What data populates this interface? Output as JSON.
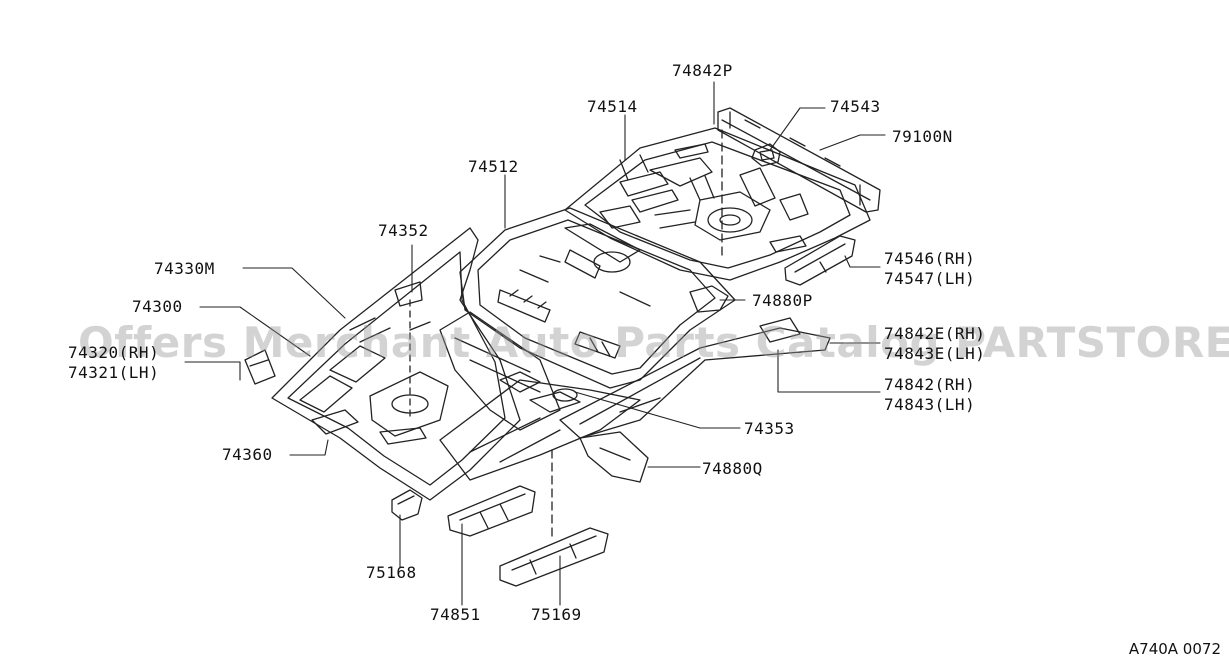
{
  "parts": {
    "p74842P": "74842P",
    "p74514": "74514",
    "p74543": "74543",
    "p79100N": "79100N",
    "p74512": "74512",
    "p74352": "74352",
    "p74330M": "74330M",
    "p74300": "74300",
    "p74320": "74320(RH)",
    "p74321": "74321(LH)",
    "p74546": "74546(RH)",
    "p74547": "74547(LH)",
    "p74880P": "74880P",
    "p74842E": "74842E(RH)",
    "p74843E": "74843E(LH)",
    "p74842": "74842(RH)",
    "p74843": "74843(LH)",
    "p74353": "74353",
    "p74360": "74360",
    "p74880Q": "74880Q",
    "p75168": "75168",
    "p74851": "74851",
    "p75169": "75169"
  },
  "watermark": "Offers Merchant Auto Parts Catalog PARTSTORE.SA",
  "diagram_code": "A740A 0072"
}
